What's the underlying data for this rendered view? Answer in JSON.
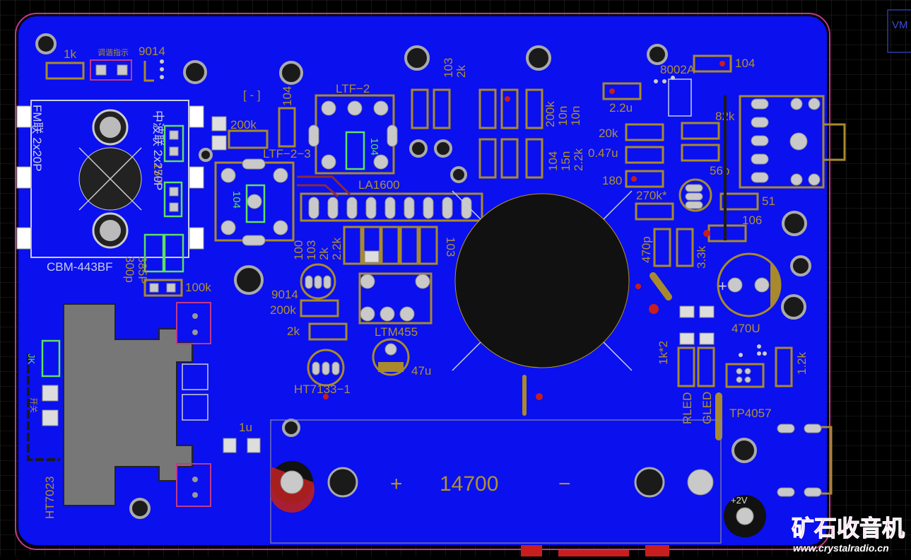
{
  "board": {
    "title_partial": "VM",
    "colors": {
      "copper": "#0a10ee",
      "silk": "#b0912e",
      "outline": "#c03a8a",
      "pad": "#c9c9c9",
      "via": "#c81e1e"
    }
  },
  "labels": {
    "r_1k_top": "1k",
    "tuning_indicator": "调谐指示",
    "q_9014_top": "9014",
    "r_104_top": "104",
    "r_200k_left": "200k",
    "ltf2": "LTF−2",
    "ltf23": "LTF−2−3",
    "la1600": "LA1600",
    "r_103_2k": "103",
    "r_2k_a": "2k",
    "r_200k_right": "200k",
    "c_10n_a": "10n",
    "c_10n_b": "10n",
    "r_104_mid": "104",
    "c_15n": "15n",
    "r_2_2k_mid": "2.2k",
    "ic_8002a": "8002A",
    "c_104_right": "104",
    "c_2_2u": "2.2u",
    "r_82k": "82k",
    "r_20k": "20k",
    "c_0_47u": "0.47u",
    "r_180": "180",
    "r_270k": "270k*",
    "c_56p": "56p",
    "r_51": "51",
    "c_106": "106",
    "c_470p": "470p",
    "r_3_3k": "3.3k",
    "c_470u": "470U",
    "fm_label": "FM联 2x20P",
    "am_label": "中波联 2x270P",
    "cbm": "CBM-443BF",
    "c_15p": "15P",
    "c_300p": "300p",
    "c_385p": "385P",
    "r_100k": "100k",
    "cap_104_small": "104",
    "r_100": "100",
    "r_103_v": "103",
    "r_2k_v": "2k",
    "r_2_2k_v": "2.2k",
    "r_103_right": "103",
    "q_9014_mid": "9014",
    "r_200k_mid": "200k",
    "r_2k_mid": "2k",
    "ltm455": "LTM455",
    "c_47u": "47u",
    "ht7133": "HT7133−1",
    "r_1k_x2": "1k*2",
    "r_1_2k": "1.2k",
    "led_r": "RLED",
    "led_g": "GLED",
    "tp4057": "TP4057",
    "c_1u": "1u",
    "batt_plus": "+",
    "batt": "14700",
    "batt_minus": "−",
    "ht7023": "HT7023",
    "jk": "JK",
    "power_sw": "开关",
    "plus_2v": "+2V"
  },
  "watermark": {
    "cn": "矿石收音机",
    "url": "www.crystalradio.cn"
  }
}
